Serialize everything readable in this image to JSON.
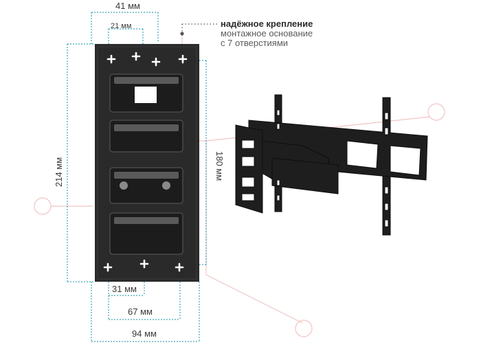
{
  "dimensions": {
    "top_outer": "41 мм",
    "top_inner": "21 мм",
    "left_height": "214 мм",
    "right_height": "180 мм",
    "bottom_31": "31 мм",
    "bottom_67": "67 мм",
    "bottom_94": "94 мм"
  },
  "callout": {
    "title": "надёжное крепление",
    "line1": "монтажное основание",
    "line2": "с 7 отверстиями"
  },
  "colors": {
    "dimension_line": "#3aa7b8",
    "plate": "#2a2a2a",
    "plus_mark": "#ffffff",
    "guide_line": "#e06b6b"
  }
}
